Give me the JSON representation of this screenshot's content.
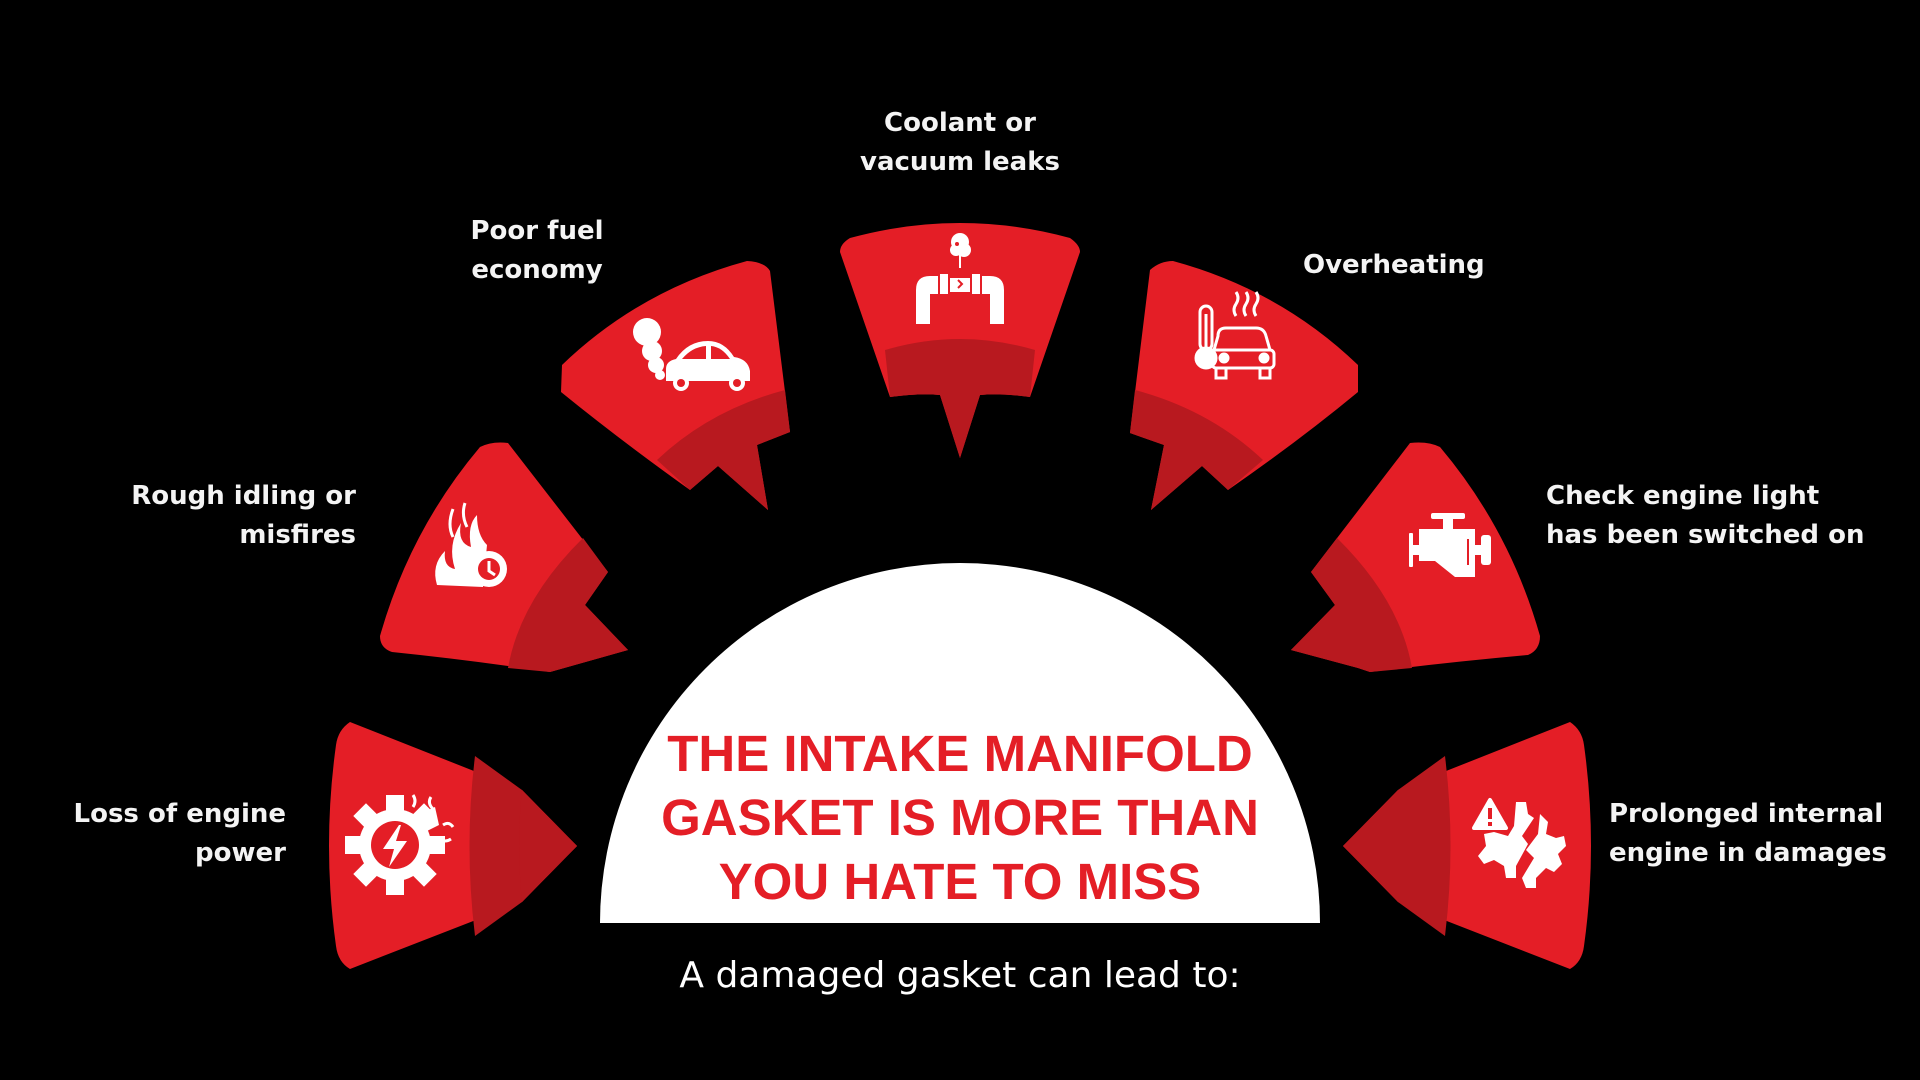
{
  "colors": {
    "background": "#000000",
    "segment_primary": "#E41E26",
    "segment_shade": "#B8191F",
    "dome": "#FFFFFF",
    "title": "#E41E26",
    "text": "#F4F4F4"
  },
  "center": {
    "title_lines": [
      "THE INTAKE MANIFOLD",
      "GASKET IS MORE THAN",
      "YOU HATE TO MISS"
    ],
    "subtitle": "A damaged gasket can lead to:"
  },
  "segments": [
    {
      "id": "loss-of-power",
      "icon": "gear-lightning-icon",
      "label_lines": [
        "Loss of engine",
        "power"
      ]
    },
    {
      "id": "rough-idling",
      "icon": "engine-fire-icon",
      "label_lines": [
        "Rough idling or",
        "misfires"
      ]
    },
    {
      "id": "poor-fuel-economy",
      "icon": "car-exhaust-icon",
      "label_lines": [
        "Poor fuel",
        "economy"
      ]
    },
    {
      "id": "coolant-leaks",
      "icon": "leaking-pipe-icon",
      "label_lines": [
        "Coolant or",
        "vacuum leaks"
      ]
    },
    {
      "id": "overheating",
      "icon": "car-thermometer-icon",
      "label_lines": [
        "Overheating"
      ]
    },
    {
      "id": "check-engine-light",
      "icon": "check-engine-icon",
      "label_lines": [
        "Check engine light",
        "has been switched on"
      ]
    },
    {
      "id": "internal-damage",
      "icon": "broken-gear-warning-icon",
      "label_lines": [
        "Prolonged internal",
        "engine in damages"
      ]
    }
  ]
}
